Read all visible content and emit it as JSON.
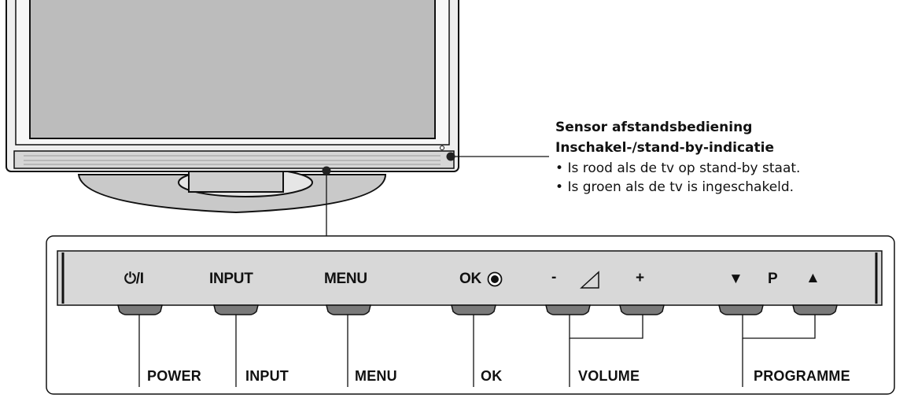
{
  "callout": {
    "heading_1": "Sensor afstandsbediening",
    "heading_2": "Inschakel-/stand-by-indicatie",
    "bullets": [
      "Is rood als de tv op stand-by staat.",
      "Is groen als de tv is ingeschakeld."
    ]
  },
  "panel_buttons": {
    "power": "⏻/I",
    "input": "INPUT",
    "menu": "MENU",
    "ok": "OK",
    "vol_minus": "-",
    "vol_plus": "+",
    "prog_down": "▼",
    "prog_p": "P",
    "prog_up": "▲"
  },
  "bottom_labels": {
    "power": "POWER",
    "input": "INPUT",
    "menu": "MENU",
    "ok": "OK",
    "volume": "VOLUME",
    "programme": "PROGRAMME"
  },
  "colors": {
    "panel_fill": "#d8d8d8",
    "button_cap": "#7a7a7a",
    "line": "#111111"
  }
}
